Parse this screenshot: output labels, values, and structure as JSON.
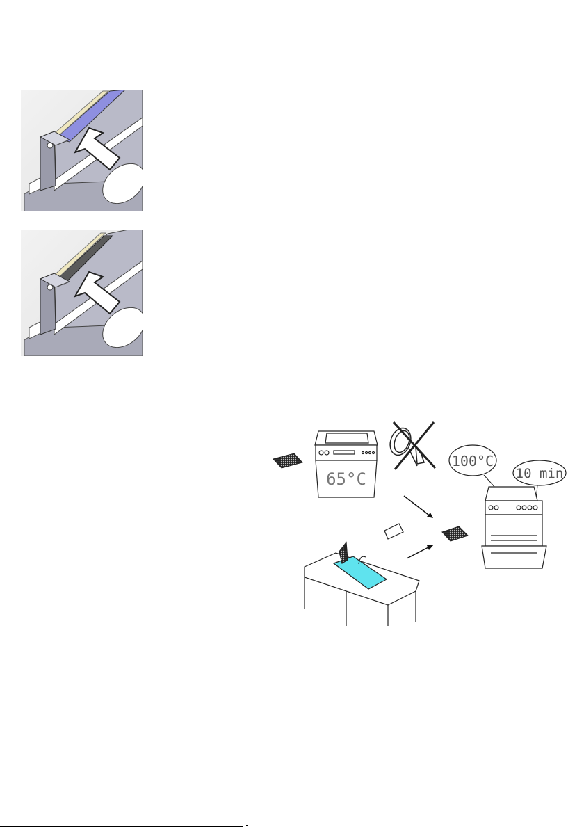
{
  "figures": {
    "step_one": {
      "name": "hood-filter-insert-step-1"
    },
    "step_two": {
      "name": "hood-filter-insert-step-2"
    },
    "cleaning": {
      "dishwasher_temp": "65°C",
      "oven_temp": "100°C",
      "oven_time": "10 min"
    }
  },
  "colors": {
    "panel": "#b9bac8",
    "panel_shadow": "#8f909f",
    "filter_slot": "#8e8fe0",
    "rail": "#efe7bf",
    "water": "#5fe3ee"
  }
}
